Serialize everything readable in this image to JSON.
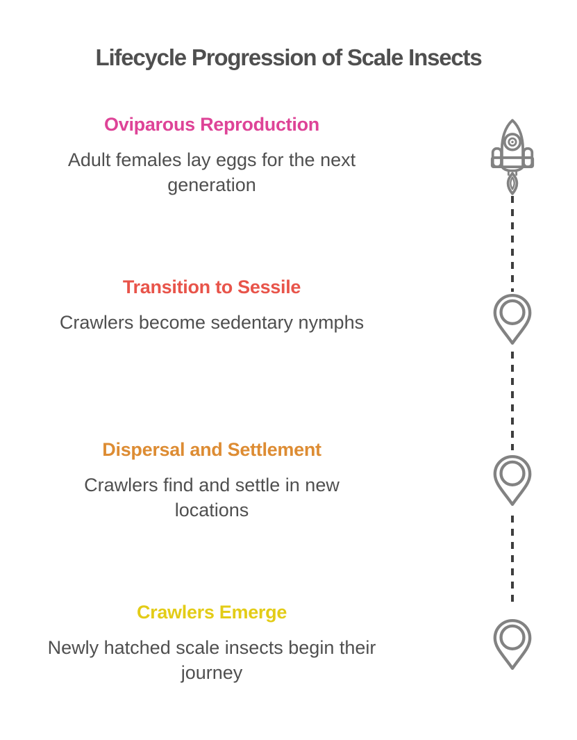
{
  "title": {
    "text": "Lifecycle Progression of Scale Insects",
    "color": "#4f4f4f"
  },
  "body_text_color": "#4f4f4f",
  "sections": [
    {
      "heading": "Oviparous Reproduction",
      "heading_color": "#de4397",
      "body_lines": [
        "Adult females lay eggs for the next",
        "generation"
      ],
      "marker_icon": "rocket-icon"
    },
    {
      "heading": "Transition to Sessile",
      "heading_color": "#e8544a",
      "body_lines": [
        "Crawlers become sedentary nymphs"
      ],
      "marker_icon": "location-pin-icon"
    },
    {
      "heading": "Dispersal and Settlement",
      "heading_color": "#dd8c33",
      "body_lines": [
        "Crawlers find and settle in new",
        "locations"
      ],
      "marker_icon": "location-pin-icon"
    },
    {
      "heading": "Crawlers Emerge",
      "heading_color": "#e3cc17",
      "body_lines": [
        "Newly hatched scale insects begin their",
        "journey"
      ],
      "marker_icon": "location-pin-icon"
    }
  ],
  "timeline": {
    "icon_color": "#828282",
    "connector_color": "#3d3d3d",
    "connector_style": "dashed"
  }
}
